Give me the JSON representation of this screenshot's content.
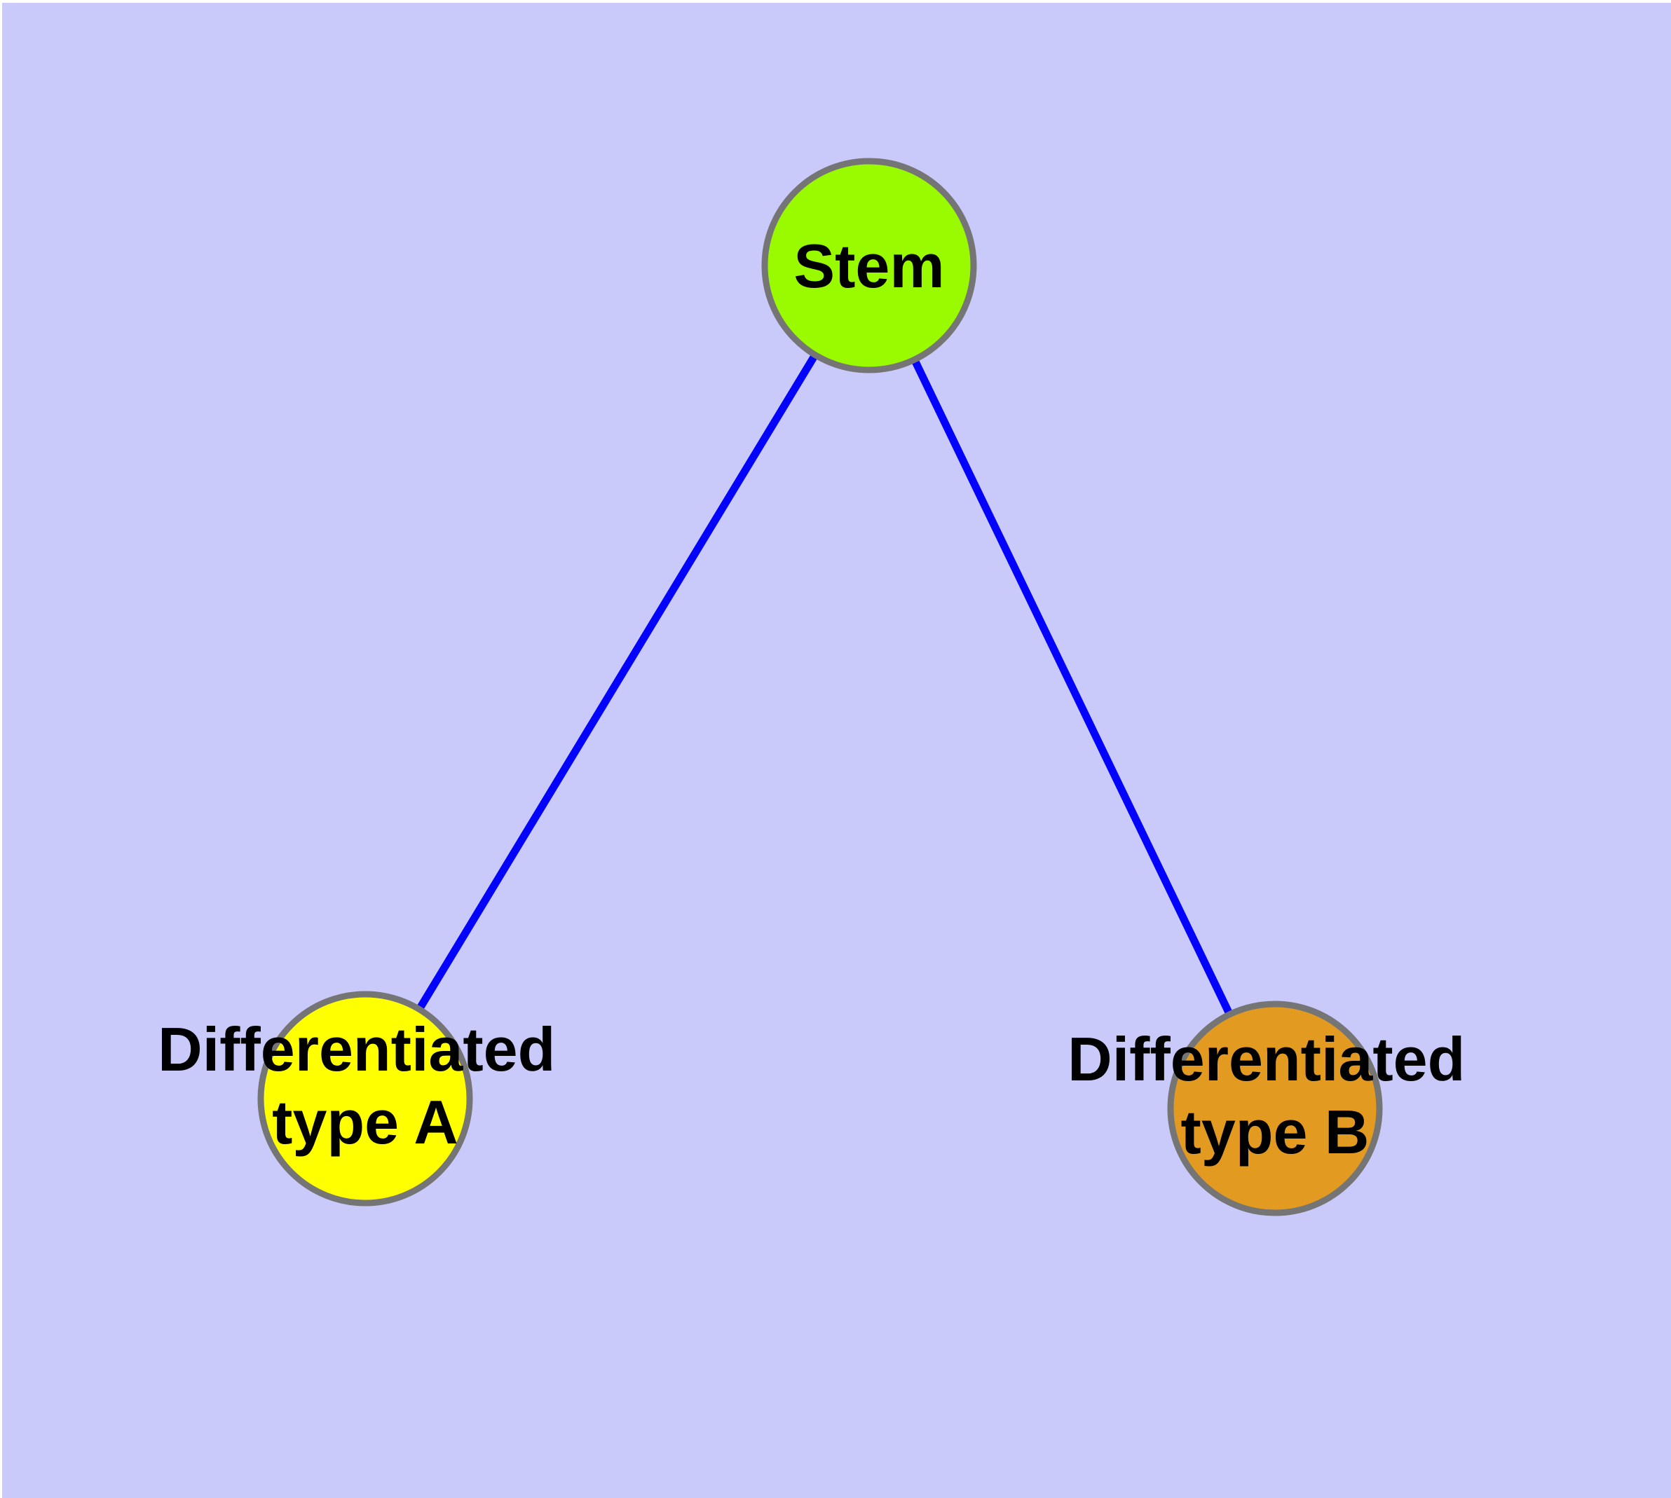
{
  "diagram": {
    "background_color": "#CACAFA",
    "edge_color": "#0202FE",
    "node_border_color": "#757575",
    "nodes": [
      {
        "id": "stem",
        "label": "Stem",
        "label_line1": "Stem",
        "label_line2": "",
        "fill": "#9AFB00"
      },
      {
        "id": "type-a",
        "label": "Differentiated type A",
        "label_line1": "Differentiated",
        "label_line2": "type A",
        "fill": "#FFFF00"
      },
      {
        "id": "type-b",
        "label": "Differentiated type B",
        "label_line1": "Differentiated",
        "label_line2": "type B",
        "fill": "#E39A20"
      }
    ],
    "edges": [
      {
        "from": "Stem",
        "to": "Differentiated type A"
      },
      {
        "from": "Stem",
        "to": "Differentiated type B"
      }
    ]
  }
}
